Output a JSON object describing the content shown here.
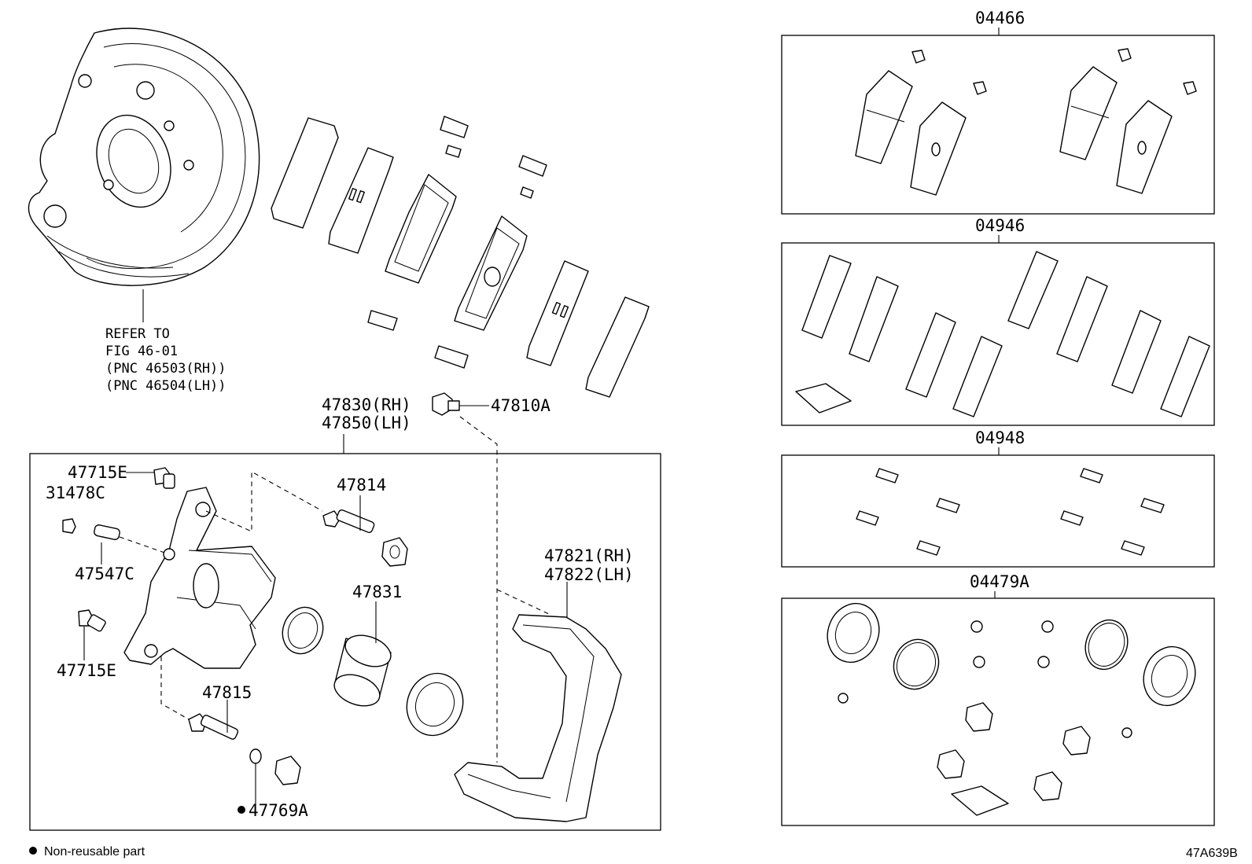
{
  "refer_note": {
    "line1": "REFER TO",
    "line2": "FIG 46-01",
    "line3": "(PNC 46503(RH))",
    "line4": "(PNC 46504(LH))"
  },
  "callouts": {
    "p47830": "47830(RH)",
    "p47850": "47850(LH)",
    "p47810A": "47810A",
    "p47715E_top": "47715E",
    "p31478C": "31478C",
    "p47547C": "47547C",
    "p47715E_bottom": "47715E",
    "p47814": "47814",
    "p47831": "47831",
    "p47815": "47815",
    "p47769A": "47769A",
    "p47821": "47821(RH)",
    "p47822": "47822(LH)"
  },
  "kits": {
    "k04466": "04466",
    "k04946": "04946",
    "k04948": "04948",
    "k04479A": "04479A"
  },
  "footer": {
    "legend": "Non-reusable part",
    "diagram_id": "47A639B"
  },
  "icons": {
    "legend_marker": "filled-circle-icon"
  }
}
